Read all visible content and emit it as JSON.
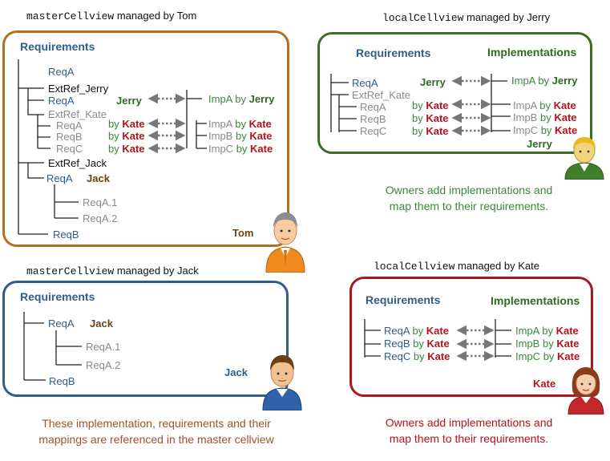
{
  "colors": {
    "tom_border": "#b5701e",
    "jerry_border": "#3e6b25",
    "jack_border": "#2f5d8a",
    "kate_border": "#a8191c",
    "req_blue": "#2e5f8a",
    "impl_green": "#3a8a3a",
    "owner_red": "#b5121b"
  },
  "tom_panel": {
    "title_code": "masterCellview",
    "title_text": "managed by Tom",
    "header": "Requirements",
    "reqA": "ReqA",
    "extref_jerry": "ExtRef_Jerry",
    "jerry_reqA": "ReqA",
    "jerry_owner": "Jerry",
    "jerry_impA": "ImpA",
    "by": "by",
    "jerry_impA_owner": "Jerry",
    "extref_kate": "ExtRef_Kate",
    "kate_reqs": [
      "ReqA",
      "ReqB",
      "ReqC"
    ],
    "kate_owner": "Kate",
    "kate_imps": [
      "ImpA",
      "ImpB",
      "ImpC"
    ],
    "extref_jack": "ExtRef_Jack",
    "jack_reqA": "ReqA",
    "jack_owner": "Jack",
    "jack_reqA1": "ReqA.1",
    "jack_reqA2": "ReqA.2",
    "reqB": "ReqB",
    "owner": "Tom"
  },
  "jerry_panel": {
    "title_code": "localCellview",
    "title_text": "managed by Jerry",
    "req_header": "Requirements",
    "impl_header": "Implementations",
    "reqA": "ReqA",
    "reqA_owner": "Jerry",
    "impA": "ImpA",
    "by": "by",
    "impA_owner": "Jerry",
    "extref_kate": "ExtRef_Kate",
    "kate_reqs": [
      "ReqA",
      "ReqB",
      "ReqC"
    ],
    "kate_owner": "Kate",
    "kate_imps": [
      "ImpA",
      "ImpB",
      "ImpC"
    ],
    "owner": "Jerry",
    "caption_line1": "Owners add implementations and",
    "caption_line2": "map them to their requirements."
  },
  "jack_panel": {
    "title_code": "masterCellview",
    "title_text": "managed by Jack",
    "header": "Requirements",
    "reqA": "ReqA",
    "reqA_owner": "Jack",
    "reqA1": "ReqA.1",
    "reqA2": "ReqA.2",
    "reqB": "ReqB",
    "owner": "Jack",
    "caption_line1": "These implementation, requirements and their",
    "caption_line2": "mappings are referenced in the master cellview"
  },
  "kate_panel": {
    "title_code": "localCellview",
    "title_text": "managed by Kate",
    "req_header": "Requirements",
    "impl_header": "Implementations",
    "reqs": [
      "ReqA",
      "ReqB",
      "ReqC"
    ],
    "by": "by",
    "req_owner": "Kate",
    "imps": [
      "ImpA",
      "ImpB",
      "ImpC"
    ],
    "imp_owner": "Kate",
    "owner": "Kate",
    "caption_line1": "Owners add implementations and",
    "caption_line2": "map them to their requirements."
  }
}
